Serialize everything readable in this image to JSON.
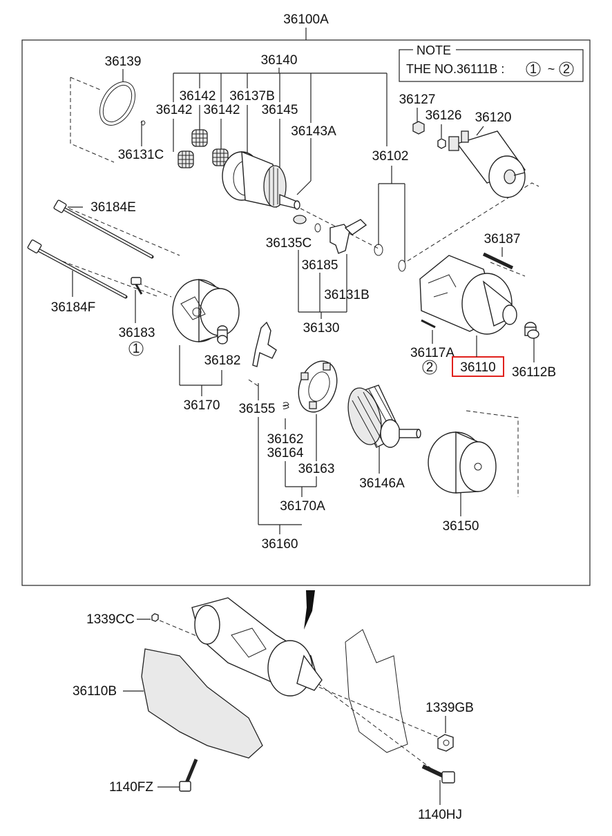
{
  "assembly_label": "36100A",
  "note": {
    "header": "NOTE",
    "text": "THE NO.36111B :",
    "ref_start": "1",
    "range_sep": "~",
    "ref_end": "2"
  },
  "labels": {
    "p36139": "36139",
    "p36140": "36140",
    "p36142a": "36142",
    "p36137b": "36137B",
    "p36142b": "36142",
    "p36142c": "36142",
    "p36145": "36145",
    "p36143a": "36143A",
    "p36131c": "36131C",
    "p36127": "36127",
    "p36126": "36126",
    "p36120": "36120",
    "p36102": "36102",
    "p36184e": "36184E",
    "p36135c": "36135C",
    "p36185": "36185",
    "p36131b": "36131B",
    "p36130": "36130",
    "p36187": "36187",
    "p36184f": "36184F",
    "p36183": "36183",
    "ref1": "1",
    "p36182": "36182",
    "p36170": "36170",
    "p36117a": "36117A",
    "ref2": "2",
    "p36110": "36110",
    "p36112b": "36112B",
    "p36155": "36155",
    "p36162": "36162",
    "p36164": "36164",
    "p36163": "36163",
    "p36146a": "36146A",
    "p36170a": "36170A",
    "p36150": "36150",
    "p36160": "36160",
    "p1339cc": "1339CC",
    "p36110b": "36110B",
    "p1339gb": "1339GB",
    "p1140fz": "1140FZ",
    "p1140hj": "1140HJ"
  },
  "highlight": {
    "part": "36110",
    "color": "#e0201c"
  }
}
